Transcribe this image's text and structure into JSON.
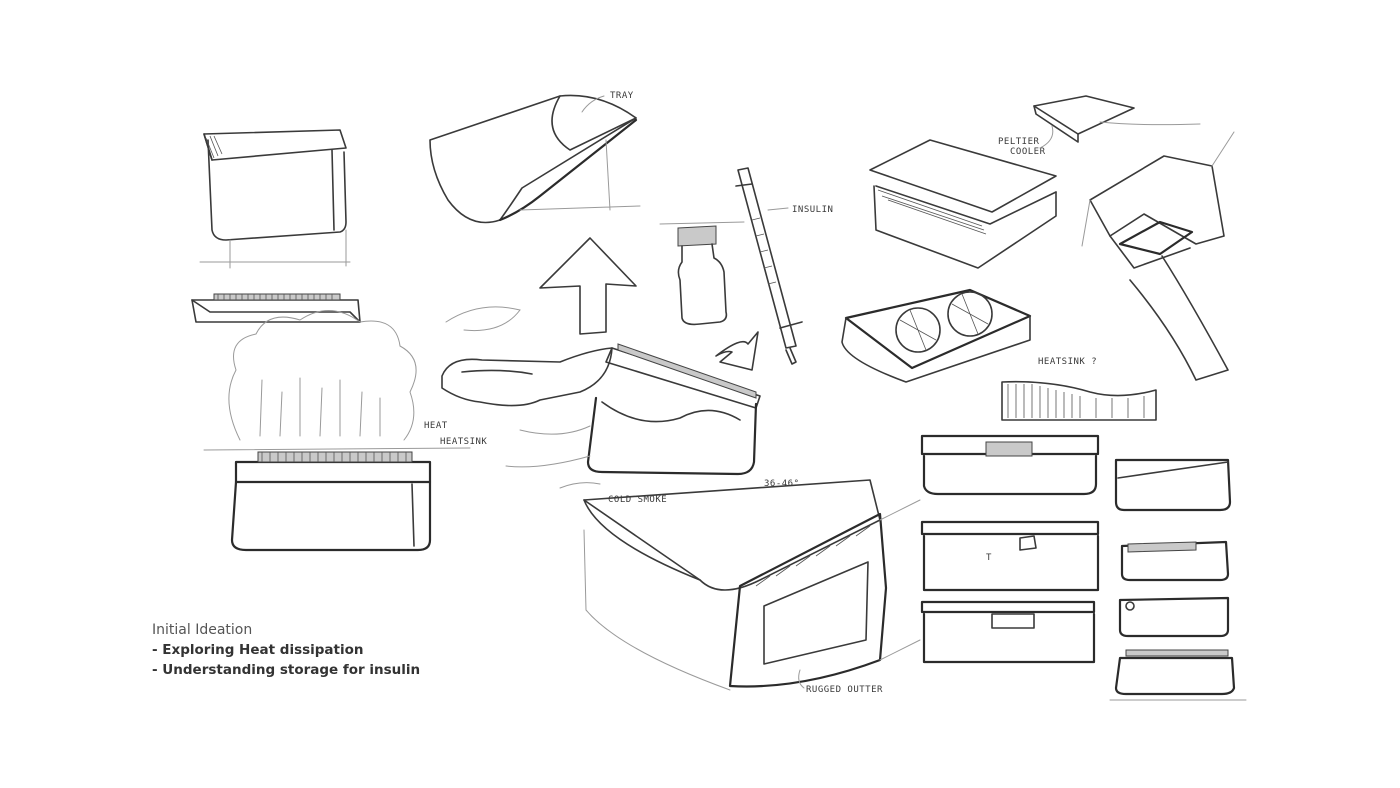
{
  "caption": {
    "heading": "Initial Ideation",
    "bullets": [
      "- Exploring Heat dissipation",
      "- Understanding storage for insulin"
    ]
  },
  "annotations": {
    "tray": "TRAY",
    "insulin": "INSULIN",
    "peltier_line1": "PELTIER",
    "peltier_line2": "COOLER",
    "heat": "HEAT",
    "heatsink_left": "HEATSINK",
    "heatsink_right": "HEATSINK ?",
    "temperature": "36-46°",
    "cold_smoke": "COLD SMOKE",
    "rugged_outer": "RUGGED OUTTER",
    "label_t": "T"
  }
}
